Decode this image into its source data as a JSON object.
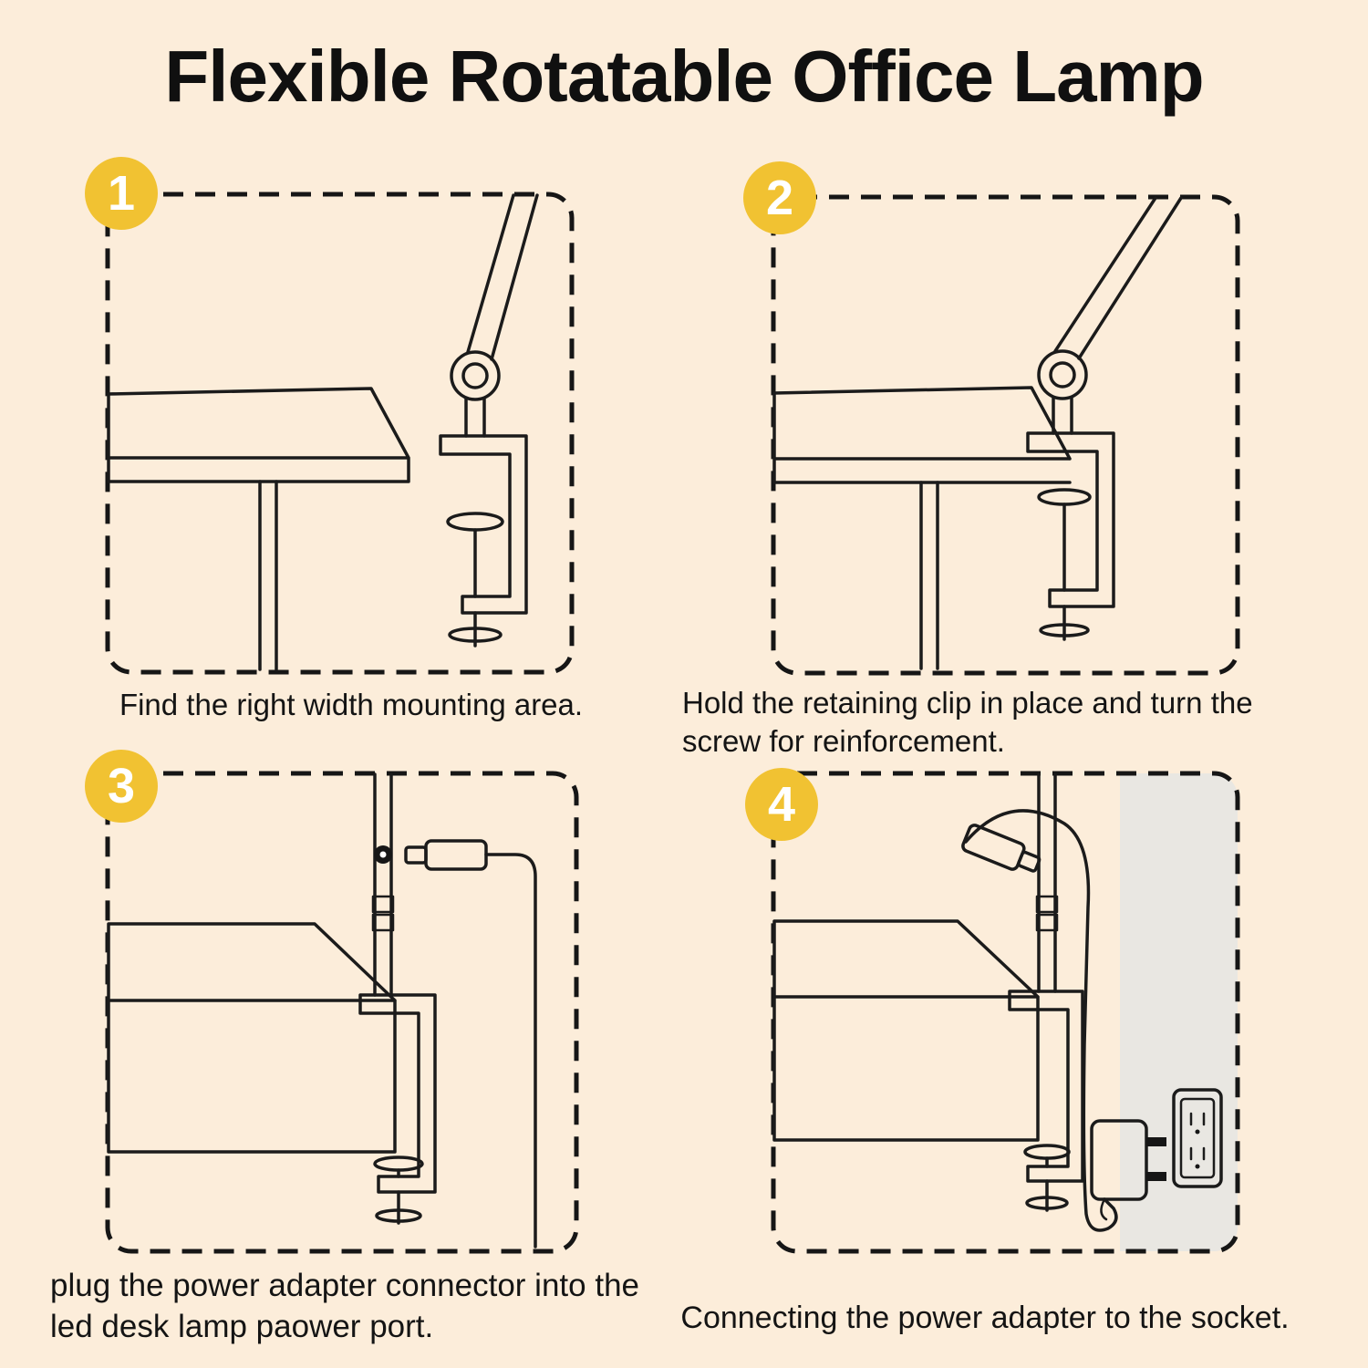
{
  "page": {
    "title": "Flexible Rotatable Office Lamp",
    "background_color": "#fcedda",
    "badge_color": "#f1c232",
    "line_color": "#1b1b1b",
    "wall_color": "#e9e7e2"
  },
  "steps": [
    {
      "number": "1",
      "caption": "Find the right width mounting area.",
      "illustration": "desk-edge-with-clamp-lamp-icon"
    },
    {
      "number": "2",
      "caption": "Hold the retaining clip in place and turn the screw for reinforcement.",
      "illustration": "clamp-tightened-on-desk-icon"
    },
    {
      "number": "3",
      "caption": "plug the power adapter connector into the led desk lamp paower port.",
      "illustration": "dc-plug-into-lamp-power-port-icon"
    },
    {
      "number": "4",
      "caption": "Connecting the power adapter to the socket.",
      "illustration": "power-adapter-into-wall-socket-icon"
    }
  ]
}
